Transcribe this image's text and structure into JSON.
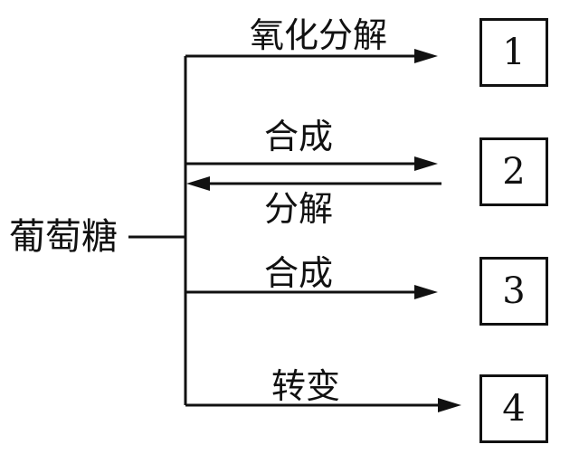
{
  "source_label": "葡萄糖",
  "branches": [
    {
      "id": "1",
      "label": "氧化分解",
      "box": "1"
    },
    {
      "id": "2",
      "label": "合成",
      "reverse_label": "分解",
      "box": "2"
    },
    {
      "id": "3",
      "label": "合成",
      "box": "3"
    },
    {
      "id": "4",
      "label": "转变",
      "box": "4"
    }
  ],
  "line_color": "#111111"
}
